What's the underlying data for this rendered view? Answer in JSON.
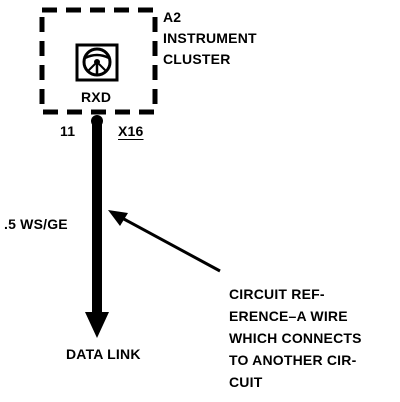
{
  "component": {
    "id": "A2",
    "name_lines": [
      "INSTRUMENT",
      "CLUSTER"
    ],
    "pin_label": "RXD",
    "icon": "steering-wheel-icon"
  },
  "connection": {
    "pin_number": "11",
    "connector": "X16"
  },
  "wire": {
    "label": ".5 WS/GE",
    "destination": "DATA LINK"
  },
  "annotation": {
    "lines": [
      "CIRCUIT REF-",
      "ERENCE–A WIRE",
      "WHICH CONNECTS",
      "TO ANOTHER CIR-",
      "CUIT"
    ]
  },
  "colors": {
    "ink": "#000000",
    "background": "#ffffff"
  }
}
